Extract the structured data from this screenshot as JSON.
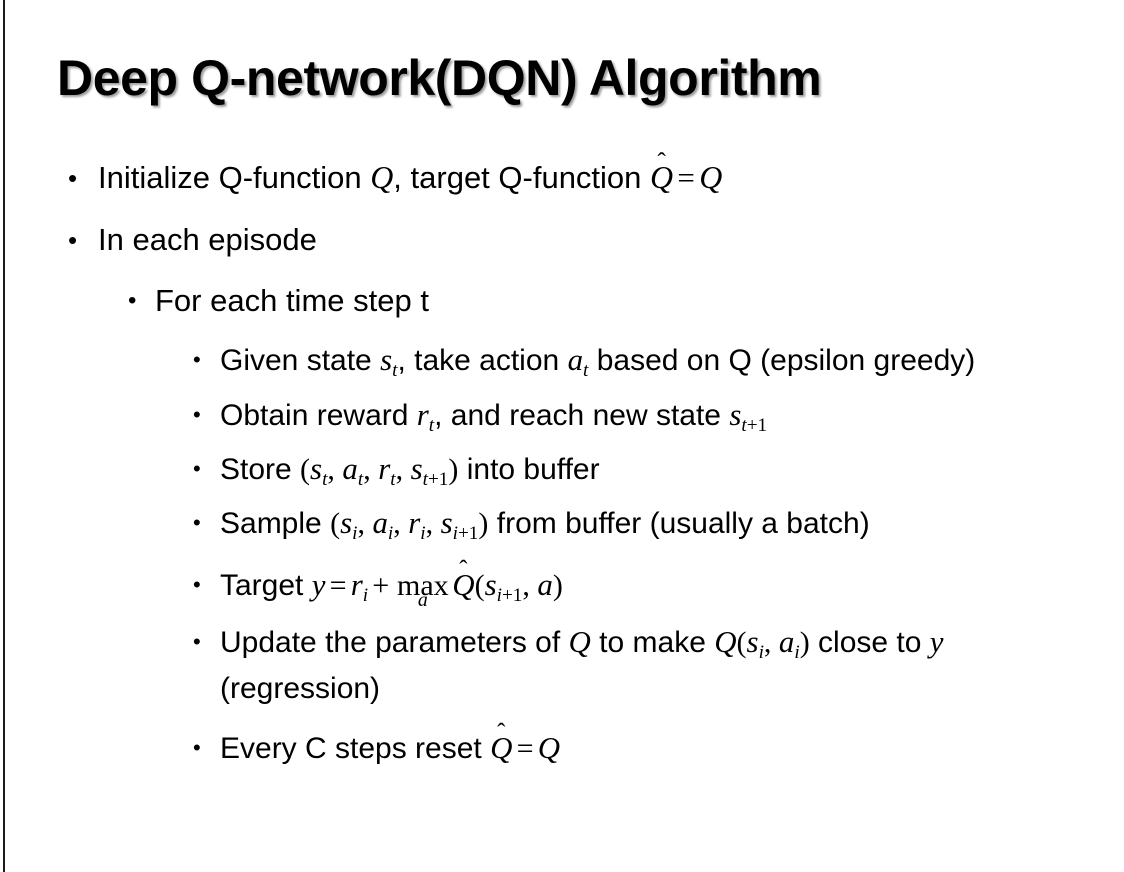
{
  "slide": {
    "title": "Deep Q-network(DQN) Algorithm",
    "background_color": "#ffffff",
    "text_color": "#000000",
    "edge_rule_color": "#1a1a1a",
    "bullet_glyph": "•"
  },
  "content": {
    "level1": [
      {
        "id": "initialize",
        "plain": "Initialize Q-function Q, target Q-function Q̂ = Q",
        "parts": {
          "lead": "Initialize Q-function ",
          "var_q1": "Q",
          "mid": ", target Q-function ",
          "hat_base": "Q",
          "hat_accent": "̂",
          "equals": "=",
          "var_q2": "Q"
        }
      },
      {
        "id": "in-each-episode",
        "plain": "In each episode",
        "parts": {
          "lead": "In each episode"
        }
      }
    ],
    "level2": [
      {
        "id": "for-each-time-step",
        "plain": "For each time step t",
        "parts": {
          "lead": "For each time step t"
        }
      }
    ],
    "level3": [
      {
        "id": "given-state",
        "plain": "Given state sₜ, take action aₜ based on Q (epsilon greedy)",
        "parts": {
          "lead": "Given state ",
          "v1": "s",
          "v1sub": "t",
          "mid1": ", take action ",
          "v2": "a",
          "v2sub": "t",
          "tail": " based on Q (epsilon greedy)"
        }
      },
      {
        "id": "obtain-reward",
        "plain": "Obtain reward rₜ, and reach new state sₜ₊₁",
        "parts": {
          "lead": "Obtain reward ",
          "v1": "r",
          "v1sub": "t",
          "mid1": ", and reach new state ",
          "v2": "s",
          "v2sub_var": "t",
          "v2sub_rest": "+1"
        }
      },
      {
        "id": "store-transition",
        "plain": "Store (sₜ, aₜ, rₜ, sₜ₊₁) into buffer",
        "parts": {
          "lead": "Store ",
          "open": "(",
          "v1": "s",
          "v1sub": "t",
          "sep1": ", ",
          "v2": "a",
          "v2sub": "t",
          "sep2": ", ",
          "v3": "r",
          "v3sub": "t",
          "sep3": ", ",
          "v4": "s",
          "v4sub_var": "t",
          "v4sub_rest": "+1",
          "close": ")",
          "tail": " into buffer"
        }
      },
      {
        "id": "sample-batch",
        "plain": "Sample (sᵢ, aᵢ, rᵢ, sᵢ₊₁) from buffer (usually a batch)",
        "parts": {
          "lead": "Sample ",
          "open": "(",
          "v1": "s",
          "v1sub": "i",
          "sep1": ", ",
          "v2": "a",
          "v2sub": "i",
          "sep2": ", ",
          "v3": "r",
          "v3sub": "i",
          "sep3": ", ",
          "v4": "s",
          "v4sub_var": "i",
          "v4sub_rest": "+1",
          "close": ")",
          "tail": " from buffer (usually a batch)"
        }
      },
      {
        "id": "target-equation",
        "plain": "Target y = rᵢ + max_a Q̂(sᵢ₊₁, a)",
        "parts": {
          "lead": "Target ",
          "y": "y",
          "equals": "=",
          "r": "r",
          "rsub": "i",
          "plus": "+",
          "op": "max",
          "op_under": "a",
          "hat_base": "Q",
          "hat_accent": "̂",
          "open": "(",
          "s": "s",
          "ssub_var": "i",
          "ssub_rest": "+1",
          "comma": ", ",
          "a": "a",
          "close": ")"
        }
      },
      {
        "id": "update-parameters",
        "plain": "Update the parameters of Q to make Q(sᵢ, aᵢ) close to y (regression)",
        "parts": {
          "lead": "Update the parameters of ",
          "q1": "Q",
          "mid1": " to make ",
          "q2": "Q",
          "open": "(",
          "v1": "s",
          "v1sub": "i",
          "sep1": ", ",
          "v2": "a",
          "v2sub": "i",
          "close": ")",
          "mid2": " close to ",
          "y": "y",
          "tail": " (regression)"
        }
      },
      {
        "id": "reset-target-network",
        "plain": "Every C steps reset Q̂ = Q",
        "parts": {
          "lead": "Every C steps reset ",
          "hat_base": "Q",
          "hat_accent": "̂",
          "equals": "=",
          "q": "Q"
        }
      }
    ]
  }
}
